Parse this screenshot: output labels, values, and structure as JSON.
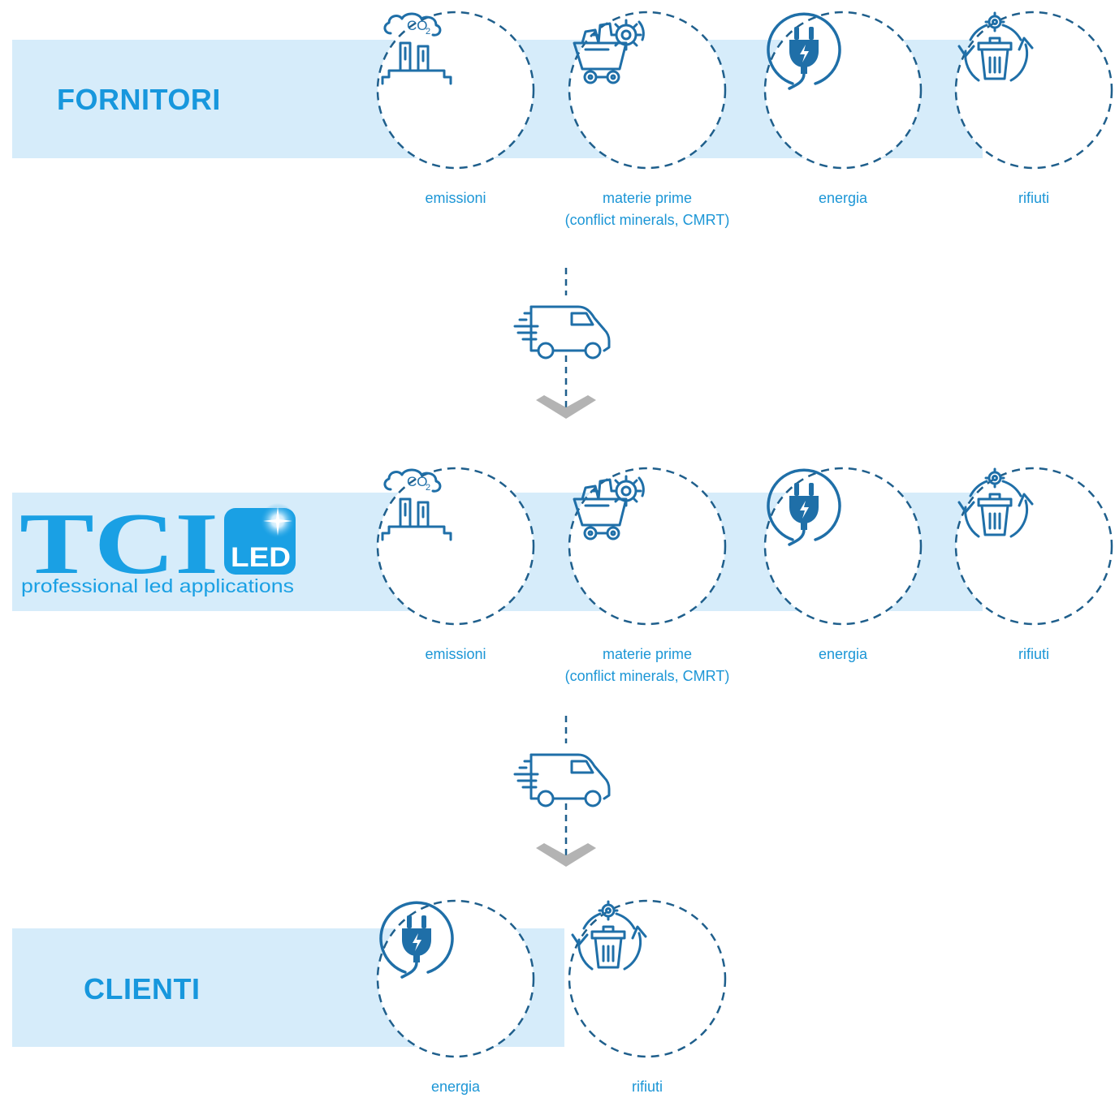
{
  "colors": {
    "band": "#d6ecfa",
    "title": "#1797dd",
    "icon": "#1f6fa8",
    "label": "#1c96d6",
    "dash": "#1f5f8c",
    "chevron": "#b3b3b3",
    "logo": "#1aa0e4"
  },
  "rows": [
    {
      "id": "fornitori",
      "title": "FORNITORI",
      "items": [
        {
          "icon": "factory-co2-icon",
          "label": "emissioni"
        },
        {
          "icon": "mine-cart-gear-icon",
          "label": "materie prime\n(conflict minerals, CMRT)"
        },
        {
          "icon": "power-plug-icon",
          "label": "energia"
        },
        {
          "icon": "recycle-bin-icon",
          "label": "rifiuti"
        }
      ]
    },
    {
      "id": "tci",
      "logo": {
        "main": "TCI",
        "badge": "LED",
        "tagline": "professional led applications"
      },
      "items": [
        {
          "icon": "factory-co2-icon",
          "label": "emissioni"
        },
        {
          "icon": "mine-cart-gear-icon",
          "label": "materie prime\n(conflict minerals, CMRT)"
        },
        {
          "icon": "power-plug-icon",
          "label": "energia"
        },
        {
          "icon": "recycle-bin-icon",
          "label": "rifiuti"
        }
      ]
    },
    {
      "id": "clienti",
      "title": "CLIENTI",
      "items": [
        {
          "icon": "power-plug-icon",
          "label": "energia"
        },
        {
          "icon": "recycle-bin-icon",
          "label": "rifiuti"
        }
      ]
    }
  ],
  "co2_text": "CO",
  "co2_sub": "2",
  "connectors": [
    {
      "icon": "delivery-van-icon"
    },
    {
      "icon": "delivery-van-icon"
    }
  ]
}
